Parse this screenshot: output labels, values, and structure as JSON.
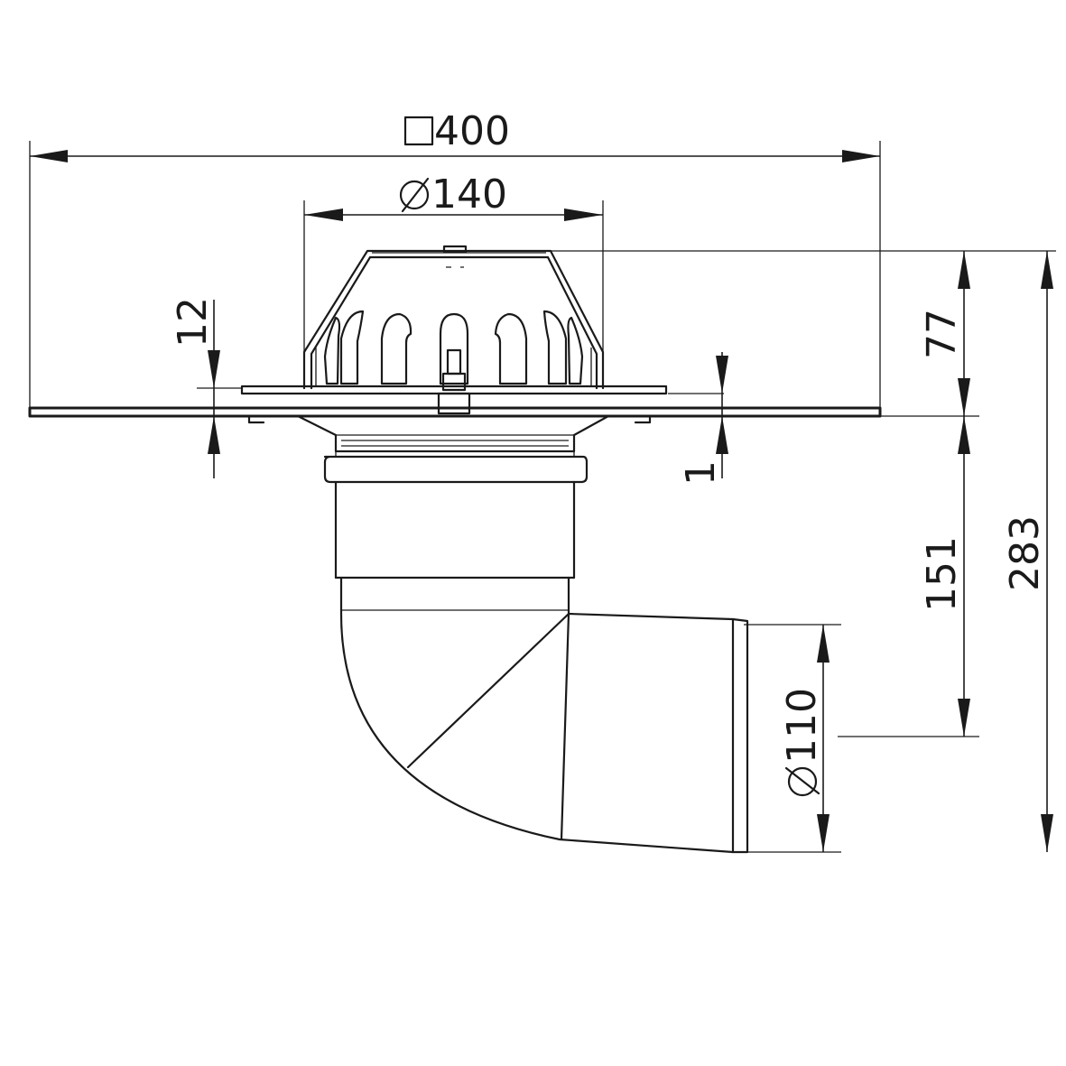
{
  "dimensions": {
    "square_width": {
      "symbol": "square",
      "value": "400"
    },
    "outer_diameter": {
      "symbol": "diameter",
      "value": "140"
    },
    "pipe_diameter": {
      "symbol": "diameter",
      "value": "110"
    },
    "membrane_offset": {
      "value": "12"
    },
    "flange_thickness": {
      "value": "1"
    },
    "dome_height": {
      "value": "77"
    },
    "pipe_drop": {
      "value": "151"
    },
    "total_height": {
      "value": "283"
    }
  }
}
